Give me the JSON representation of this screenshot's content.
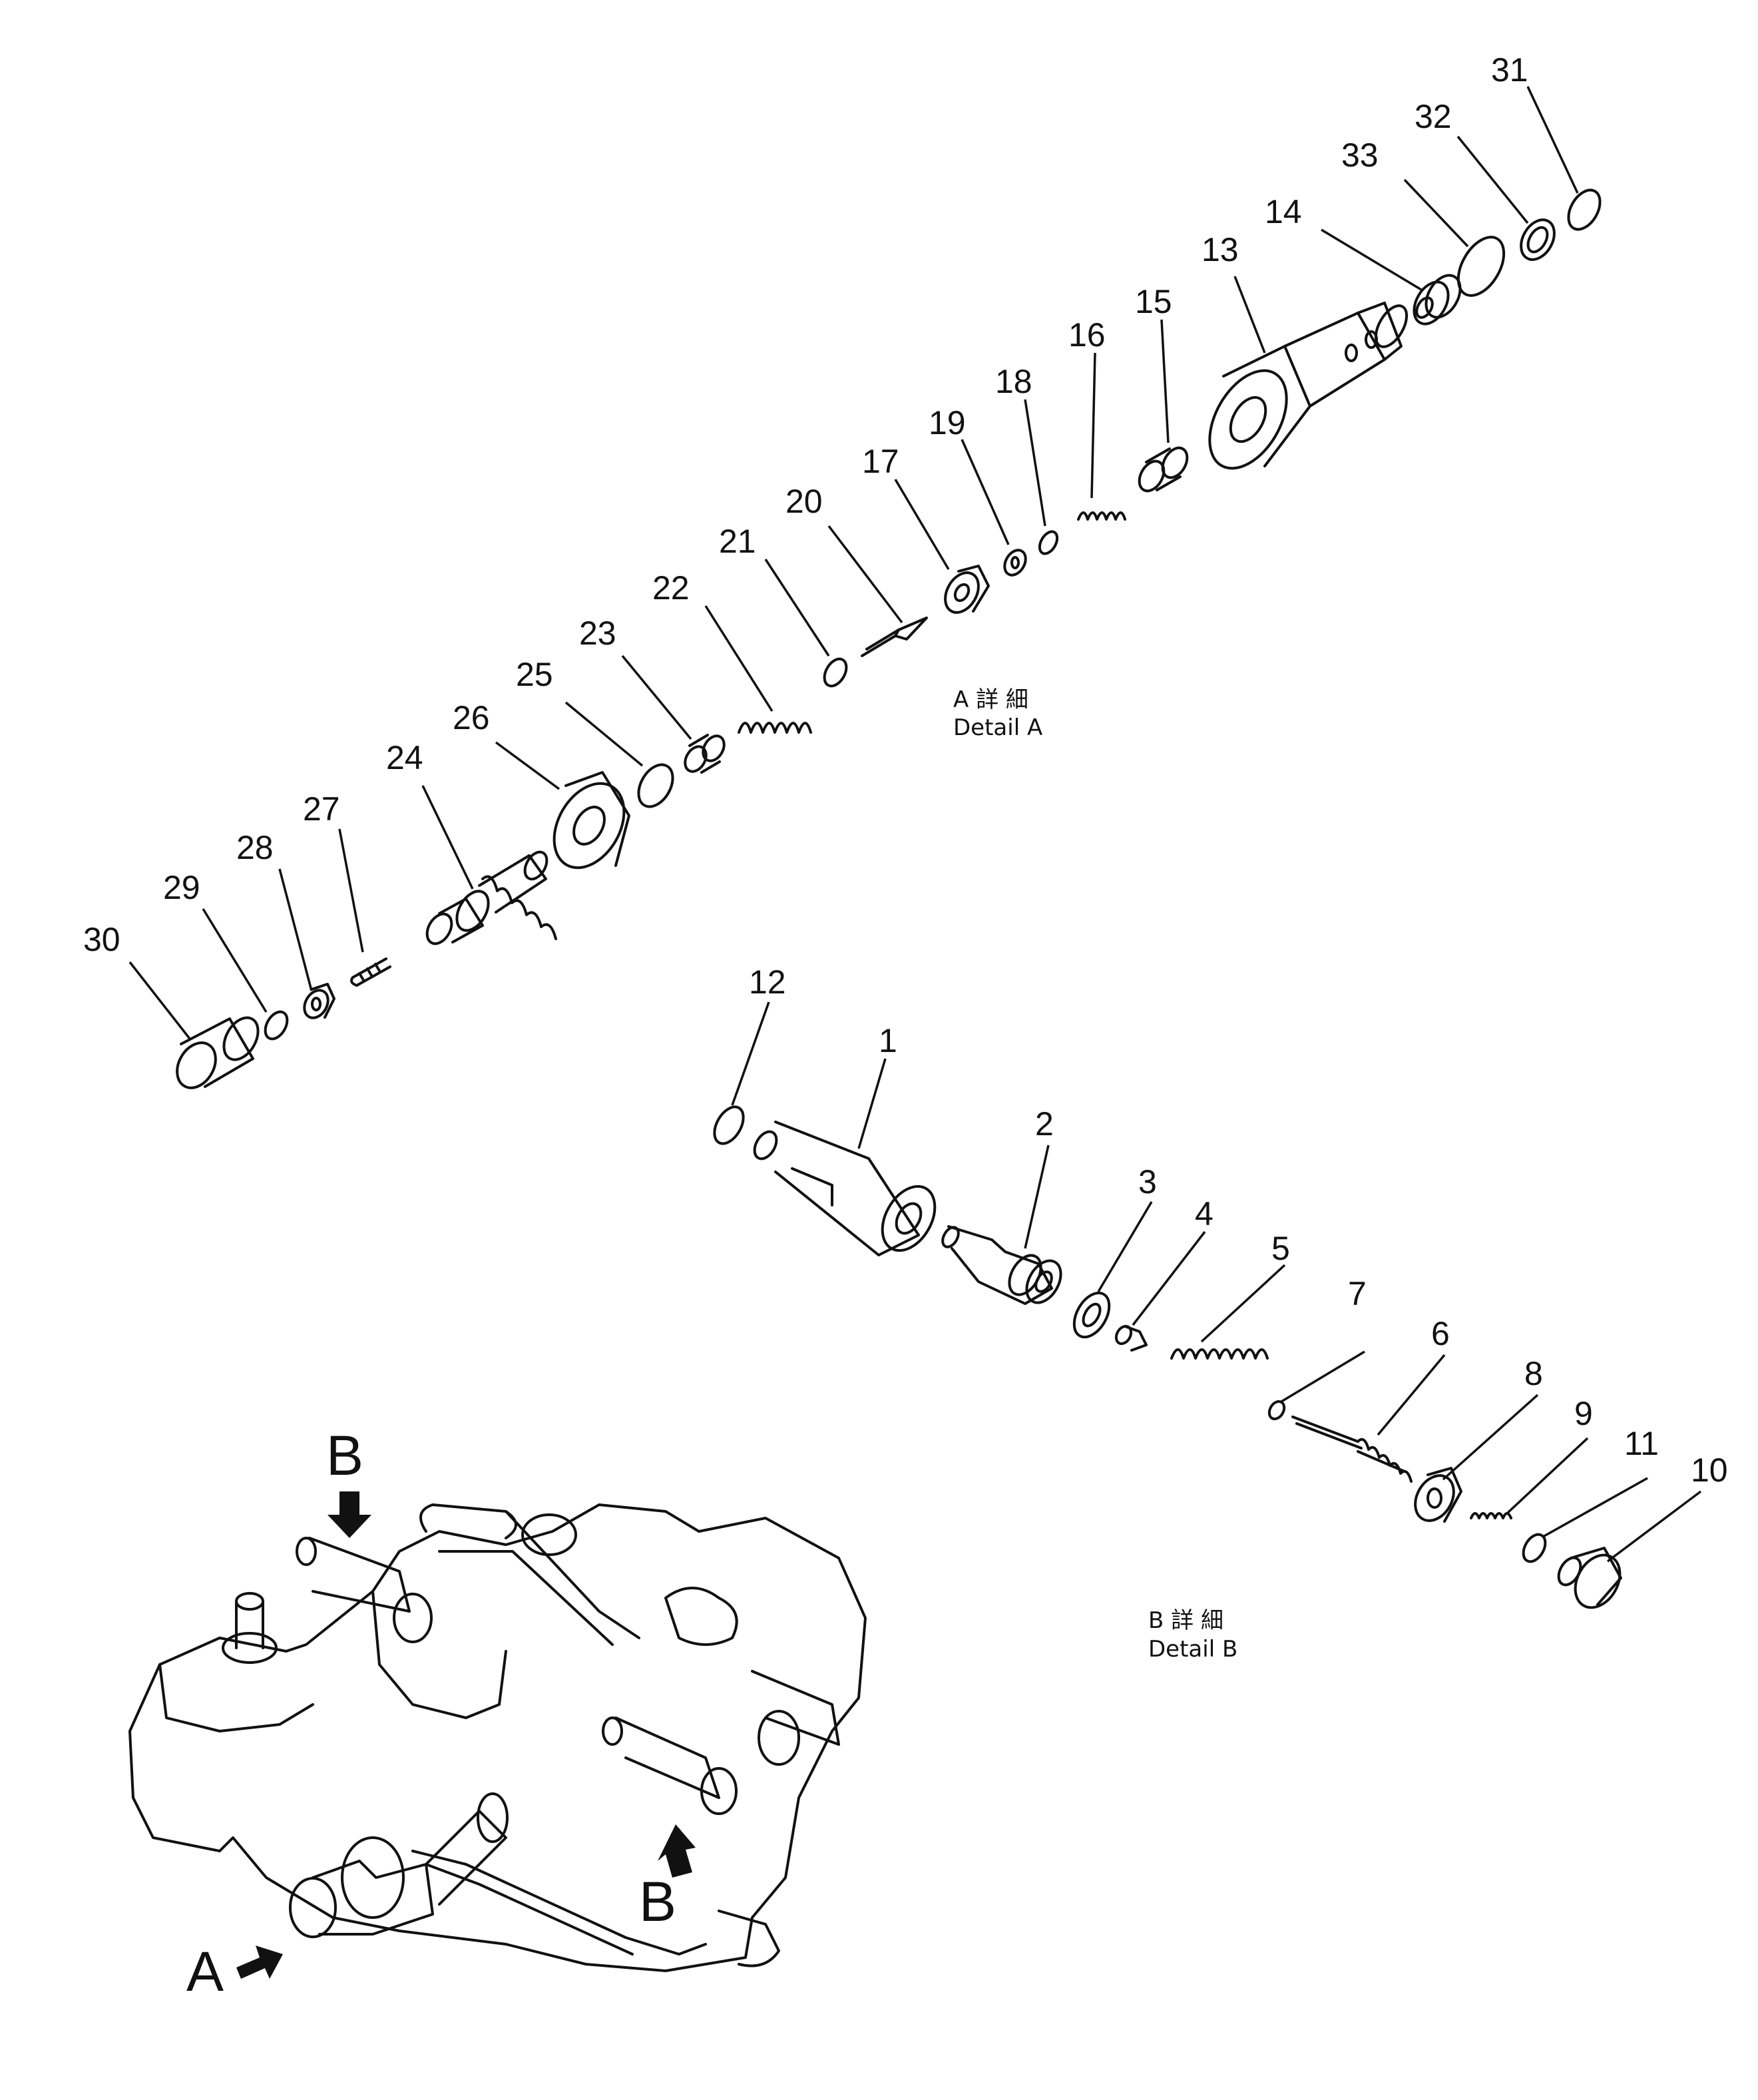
{
  "detail_a": {
    "caption_jp": "A 詳 細",
    "caption_en": "Detail A",
    "callouts": [
      "13",
      "14",
      "15",
      "16",
      "17",
      "18",
      "19",
      "20",
      "21",
      "22",
      "23",
      "24",
      "25",
      "26",
      "27",
      "28",
      "29",
      "30",
      "31",
      "32",
      "33"
    ]
  },
  "detail_b": {
    "caption_jp": "B 詳 細",
    "caption_en": "Detail B",
    "callouts": [
      "1",
      "2",
      "3",
      "4",
      "5",
      "6",
      "7",
      "8",
      "9",
      "10",
      "11",
      "12"
    ]
  },
  "assembly_view": {
    "markers": [
      "B",
      "B",
      "A"
    ]
  }
}
